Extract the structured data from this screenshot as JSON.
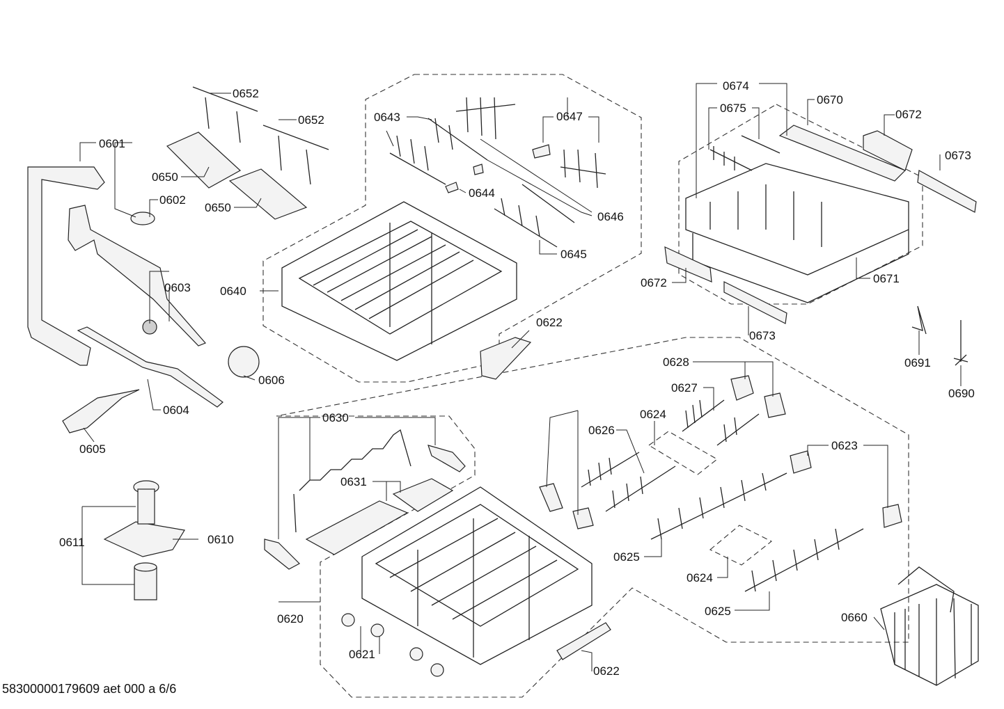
{
  "footer": "58300000179609 aet 000 a 6/6",
  "labels": {
    "p0601": "0601",
    "p0602": "0602",
    "p0603": "0603",
    "p0604": "0604",
    "p0605": "0605",
    "p0606": "0606",
    "p0610": "0610",
    "p0611": "0611",
    "p0620": "0620",
    "p0621": "0621",
    "p0622a": "0622",
    "p0622b": "0622",
    "p0623": "0623",
    "p0624a": "0624",
    "p0624b": "0624",
    "p0625a": "0625",
    "p0625b": "0625",
    "p0626": "0626",
    "p0627": "0627",
    "p0628": "0628",
    "p0630": "0630",
    "p0631": "0631",
    "p0640": "0640",
    "p0643": "0643",
    "p0644": "0644",
    "p0645": "0645",
    "p0646": "0646",
    "p0647": "0647",
    "p0650a": "0650",
    "p0650b": "0650",
    "p0652a": "0652",
    "p0652b": "0652",
    "p0660": "0660",
    "p0670": "0670",
    "p0671": "0671",
    "p0672a": "0672",
    "p0672b": "0672",
    "p0673a": "0673",
    "p0673b": "0673",
    "p0674": "0674",
    "p0675": "0675",
    "p0690": "0690",
    "p0691": "0691"
  }
}
